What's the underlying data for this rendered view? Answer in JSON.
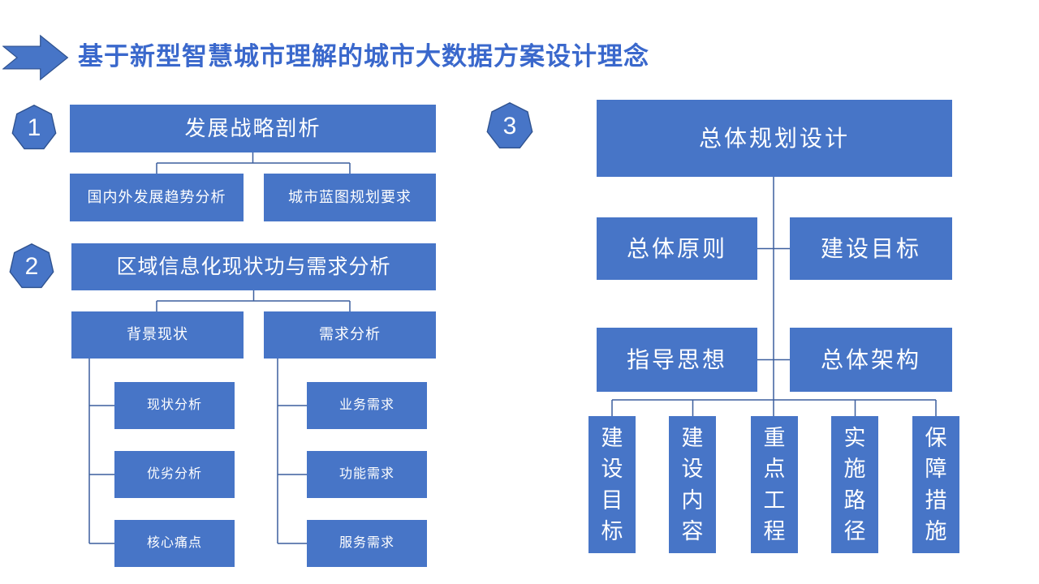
{
  "title": {
    "text": "基于新型智慧城市理解的城市大数据方案设计理念"
  },
  "colors": {
    "box_fill": "#4775C7",
    "box_text": "#FFFFFF",
    "title_text": "#3A68CC",
    "connector": "#3C5F9E",
    "shape_border": "#2F528F"
  },
  "badges": {
    "one": "1",
    "two": "2",
    "three": "3"
  },
  "sections": {
    "strategy": {
      "header": "发展战略剖析",
      "children": [
        "国内外发展趋势分析",
        "城市蓝图规划要求"
      ]
    },
    "regional": {
      "header": "区域信息化现状功与需求分析",
      "branches": [
        {
          "label": "背景现状",
          "items": [
            "现状分析",
            "优劣分析",
            "核心痛点"
          ]
        },
        {
          "label": "需求分析",
          "items": [
            "业务需求",
            "功能需求",
            "服务需求"
          ]
        }
      ]
    },
    "planning": {
      "header": "总体规划设计",
      "grid": [
        "总体原则",
        "建设目标",
        "指导思想",
        "总体架构"
      ],
      "pillars": [
        "建设目标",
        "建设内容",
        "重点工程",
        "实施路径",
        "保障措施"
      ]
    }
  }
}
